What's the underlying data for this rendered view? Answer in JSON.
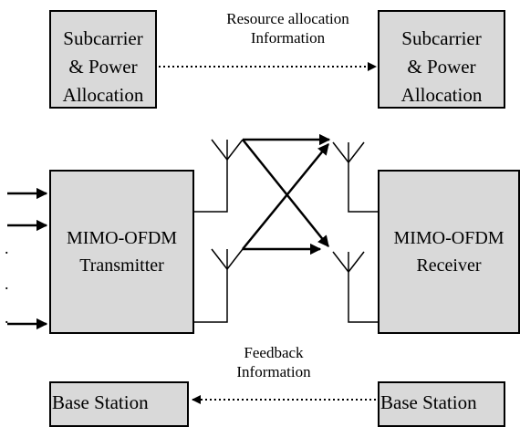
{
  "blocks": {
    "sp_left": {
      "lines": [
        "Subcarrier",
        "& Power",
        "Allocation"
      ]
    },
    "sp_right": {
      "lines": [
        "Subcarrier",
        "& Power",
        "Allocation"
      ]
    },
    "transmitter": {
      "lines": [
        "MIMO-OFDM",
        "Transmitter"
      ]
    },
    "receiver": {
      "lines": [
        "MIMO-OFDM",
        "Receiver"
      ]
    },
    "bs_left": {
      "label": "Base Station"
    },
    "bs_right": {
      "label": "Base Station"
    }
  },
  "captions": {
    "resource": [
      "Resource allocation",
      "Information"
    ],
    "feedback": [
      "Feedback",
      "Information"
    ]
  },
  "input_dots": [
    ".",
    ".",
    "."
  ]
}
